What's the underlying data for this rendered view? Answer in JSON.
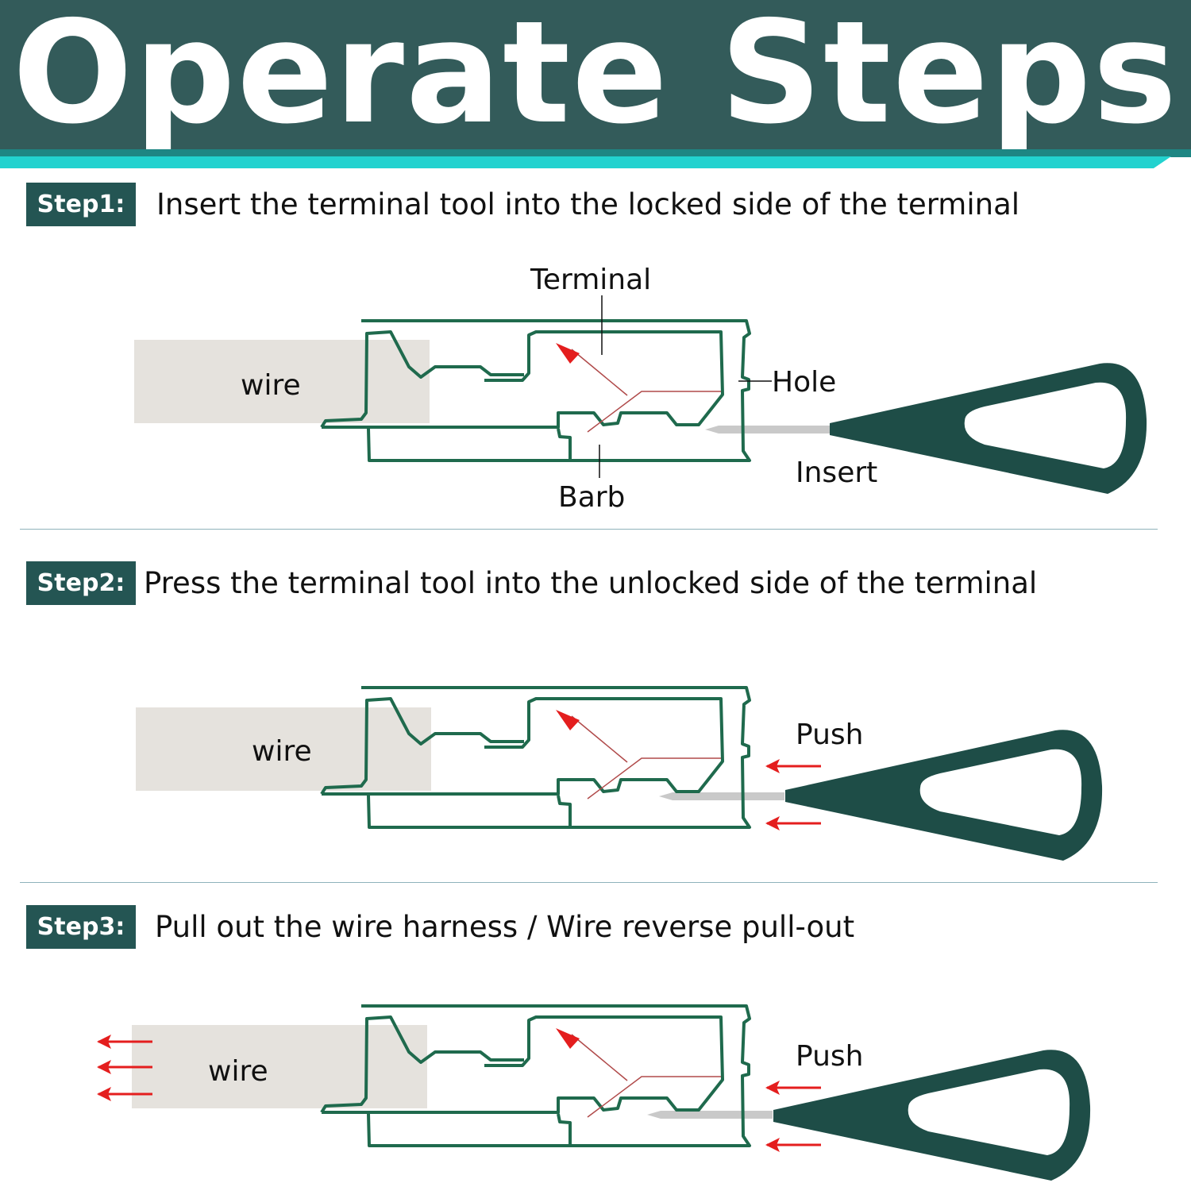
{
  "title": "Operate Steps",
  "steps": [
    {
      "badge": "Step1:",
      "text": "Insert the terminal tool into the locked side of the terminal",
      "wire": "wire",
      "terminal": "Terminal",
      "hole": "Hole",
      "barb": "Barb",
      "action": "Insert"
    },
    {
      "badge": "Step2:",
      "text": "Press the terminal tool into the unlocked side of the terminal",
      "wire": "wire",
      "action": "Push"
    },
    {
      "badge": "Step3:",
      "text": "Pull out the wire harness  / Wire  reverse pull-out",
      "wire": "wire",
      "action": "Push"
    }
  ],
  "colors": {
    "header": "#335b5a",
    "accent": "#22d2cf",
    "terminal": "#1f6a4d",
    "tool": "#1e4d47",
    "arrow": "#e41e1e",
    "wire": "#e5e2dd"
  }
}
